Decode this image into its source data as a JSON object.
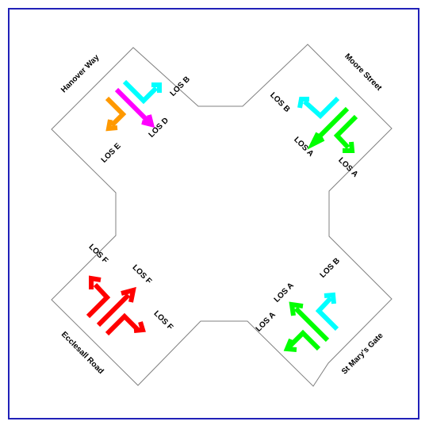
{
  "colors": {
    "border": "#2121b8",
    "outline": "#808080",
    "los_a": "#00ff00",
    "los_b": "#00ffff",
    "los_d": "#ff00ff",
    "los_e": "#ff9900",
    "los_f": "#ff0000"
  },
  "roads": {
    "hanover": "Hanover Way",
    "moore": "Moore Street",
    "ecclesall": "Ecclesall Road",
    "stmarys": "St Mary's Gate"
  },
  "labels": {
    "nw_right": "LOS B",
    "nw_ahead": "LOS D",
    "nw_left": "LOS E",
    "ne_right": "LOS B",
    "ne_ahead": "LOS A",
    "ne_left": "LOS A",
    "sw_right": "LOS F",
    "sw_ahead": "LOS F",
    "sw_left": "LOS F",
    "se_right": "LOS B",
    "se_ahead": "LOS A",
    "se_left": "LOS A"
  }
}
